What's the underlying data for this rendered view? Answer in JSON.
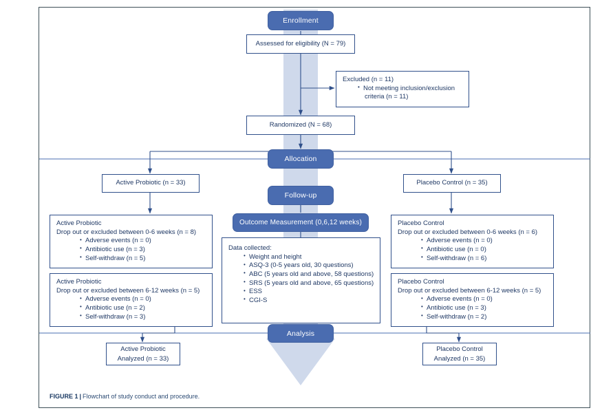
{
  "figure": {
    "label": "FIGURE 1",
    "separator": "|",
    "caption": "Flowchart of study conduct and procedure."
  },
  "colors": {
    "stage_fill": "#4a6cb0",
    "stage_text": "#ffffff",
    "box_border": "#2f4f8a",
    "box_text": "#1f3864",
    "background_arrow": "#ccd7ea",
    "page_border": "#3d4f57",
    "connector": "#2f4f8a"
  },
  "chart_data": {
    "type": "diagram",
    "title": "Flowchart of study conduct and procedure",
    "stages": [
      {
        "id": "enrollment",
        "label": "Enrollment"
      },
      {
        "id": "allocation",
        "label": "Allocation"
      },
      {
        "id": "followup",
        "label": "Follow-up"
      },
      {
        "id": "outcome",
        "label": "Outcome Measurement (0,6,12 weeks)"
      },
      {
        "id": "analysis",
        "label": "Analysis"
      }
    ],
    "nodes": {
      "assessed": {
        "text": "Assessed for eligibility (N = 79)"
      },
      "excluded": {
        "title": "Excluded (n = 11)",
        "bullets": [
          "Not meeting inclusion/exclusion criteria (n = 11)"
        ]
      },
      "randomized": {
        "text": "Randomized (N = 68)"
      },
      "active_arm": {
        "text": "Active Probiotic (n = 33)"
      },
      "placebo_arm": {
        "text": "Placebo Control (n = 35)"
      },
      "active_drop_0_6": {
        "title": "Active Probiotic",
        "subtitle": "Drop out or excluded between 0-6 weeks (n = 8)",
        "bullets": [
          "Adverse events (n = 0)",
          "Antibiotic use (n = 3)",
          "Self-withdraw (n = 5)"
        ]
      },
      "active_drop_6_12": {
        "title": "Active Probiotic",
        "subtitle": "Drop out or excluded between 6-12 weeks (n = 5)",
        "bullets": [
          "Adverse events (n = 0)",
          "Antibiotic use (n = 2)",
          "Self-withdraw (n = 3)"
        ]
      },
      "placebo_drop_0_6": {
        "title": "Placebo Control",
        "subtitle": "Drop out or excluded between 0-6 weeks (n = 6)",
        "bullets": [
          "Adverse events (n = 0)",
          "Antibiotic use (n = 0)",
          "Self-withdraw (n = 6)"
        ]
      },
      "placebo_drop_6_12": {
        "title": "Placebo Control",
        "subtitle": "Drop out or excluded between 6-12 weeks (n = 5)",
        "bullets": [
          "Adverse events (n = 0)",
          "Antibiotic use (n = 3)",
          "Self-withdraw (n = 2)"
        ]
      },
      "data_collected": {
        "title": "Data collected:",
        "bullets": [
          "Weight and height",
          "ASQ-3 (0-5 years old, 30 questions)",
          "ABC (5 years old and above, 58 questions)",
          "SRS (5 years old and above, 65 questions)",
          "ESS",
          "CGI-S"
        ]
      },
      "active_analyzed": {
        "line1": "Active Probiotic",
        "line2": "Analyzed (n = 33)"
      },
      "placebo_analyzed": {
        "line1": "Placebo Control",
        "line2": "Analyzed (n = 35)"
      }
    },
    "counts": {
      "assessed_N": 79,
      "excluded_n": 11,
      "randomized_N": 68,
      "active_allocated_n": 33,
      "placebo_allocated_n": 35,
      "active_analyzed_n": 33,
      "placebo_analyzed_n": 35
    }
  }
}
